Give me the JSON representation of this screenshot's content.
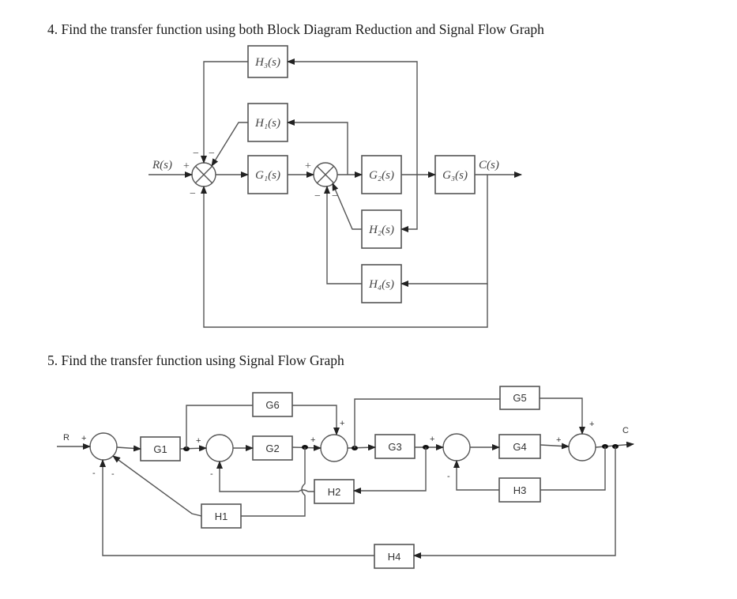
{
  "problem4": {
    "title": "4.   Find the transfer function using both Block Diagram Reduction and Signal Flow Graph",
    "blocks": {
      "H3": "H₃(s)",
      "H1": "H₁(s)",
      "G1": "G₁(s)",
      "G2": "G₂(s)",
      "G3": "G₃(s)",
      "H2": "H₂(s)",
      "H4": "H₄(s)"
    },
    "input_label": "R(s)",
    "output_label": "C(s)",
    "signs": {
      "sum1_input": "+",
      "sum1_top_left": "−",
      "sum1_top_right": "−",
      "sum1_bottom": "−",
      "sum2_input": "+",
      "sum2_bottom_left": "−",
      "sum2_bottom_right": "−"
    }
  },
  "problem5": {
    "title": "5.   Find the transfer function using Signal Flow Graph",
    "blocks": {
      "G1": "G1",
      "G2": "G2",
      "G3": "G3",
      "G4": "G4",
      "G5": "G5",
      "G6": "G6",
      "H1": "H1",
      "H2": "H2",
      "H3": "H3",
      "H4": "H4"
    },
    "input_label": "R",
    "output_label": "C",
    "signs": {
      "s1_in": "+",
      "s1_b1": "-",
      "s1_b2": "-",
      "s2_in": "+",
      "s2_b": "-",
      "s3_in": "+",
      "s3_top": "+",
      "s4_in": "+",
      "s4_b": "-",
      "s5_in": "+",
      "s5_top": "+"
    }
  }
}
